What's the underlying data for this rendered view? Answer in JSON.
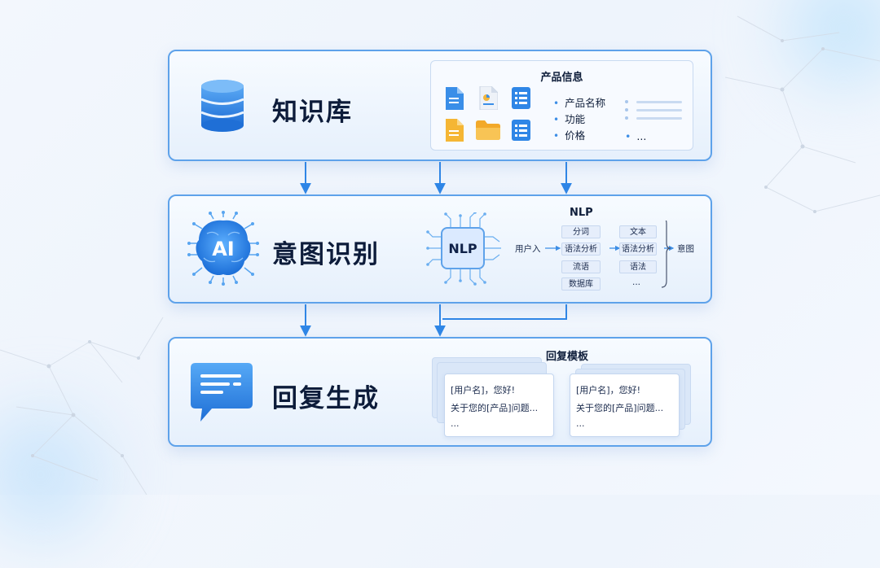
{
  "stages": [
    {
      "title": "知识库"
    },
    {
      "title": "意图识别"
    },
    {
      "title": "回复生成"
    }
  ],
  "knowledge": {
    "card_title": "产品信息",
    "items": [
      "产品名称",
      "功能",
      "价格"
    ],
    "more": "..."
  },
  "intent": {
    "chip_label": "NLP",
    "title": "NLP",
    "user_input": "用户入",
    "left_tags": [
      "分词",
      "语法分析",
      "流语",
      "数据库"
    ],
    "right_tags": [
      "文本",
      "语法分析",
      "语法"
    ],
    "more": "...",
    "output": "意图",
    "ai_label": "AI"
  },
  "reply": {
    "title": "回复模板",
    "card_lines": [
      "[用户名]，您好!",
      "关于您的[产品]问题...",
      "..."
    ]
  },
  "colors": {
    "accent": "#2f86e6",
    "border": "#5ea2ea",
    "panel_bg": "#eef5fe"
  }
}
